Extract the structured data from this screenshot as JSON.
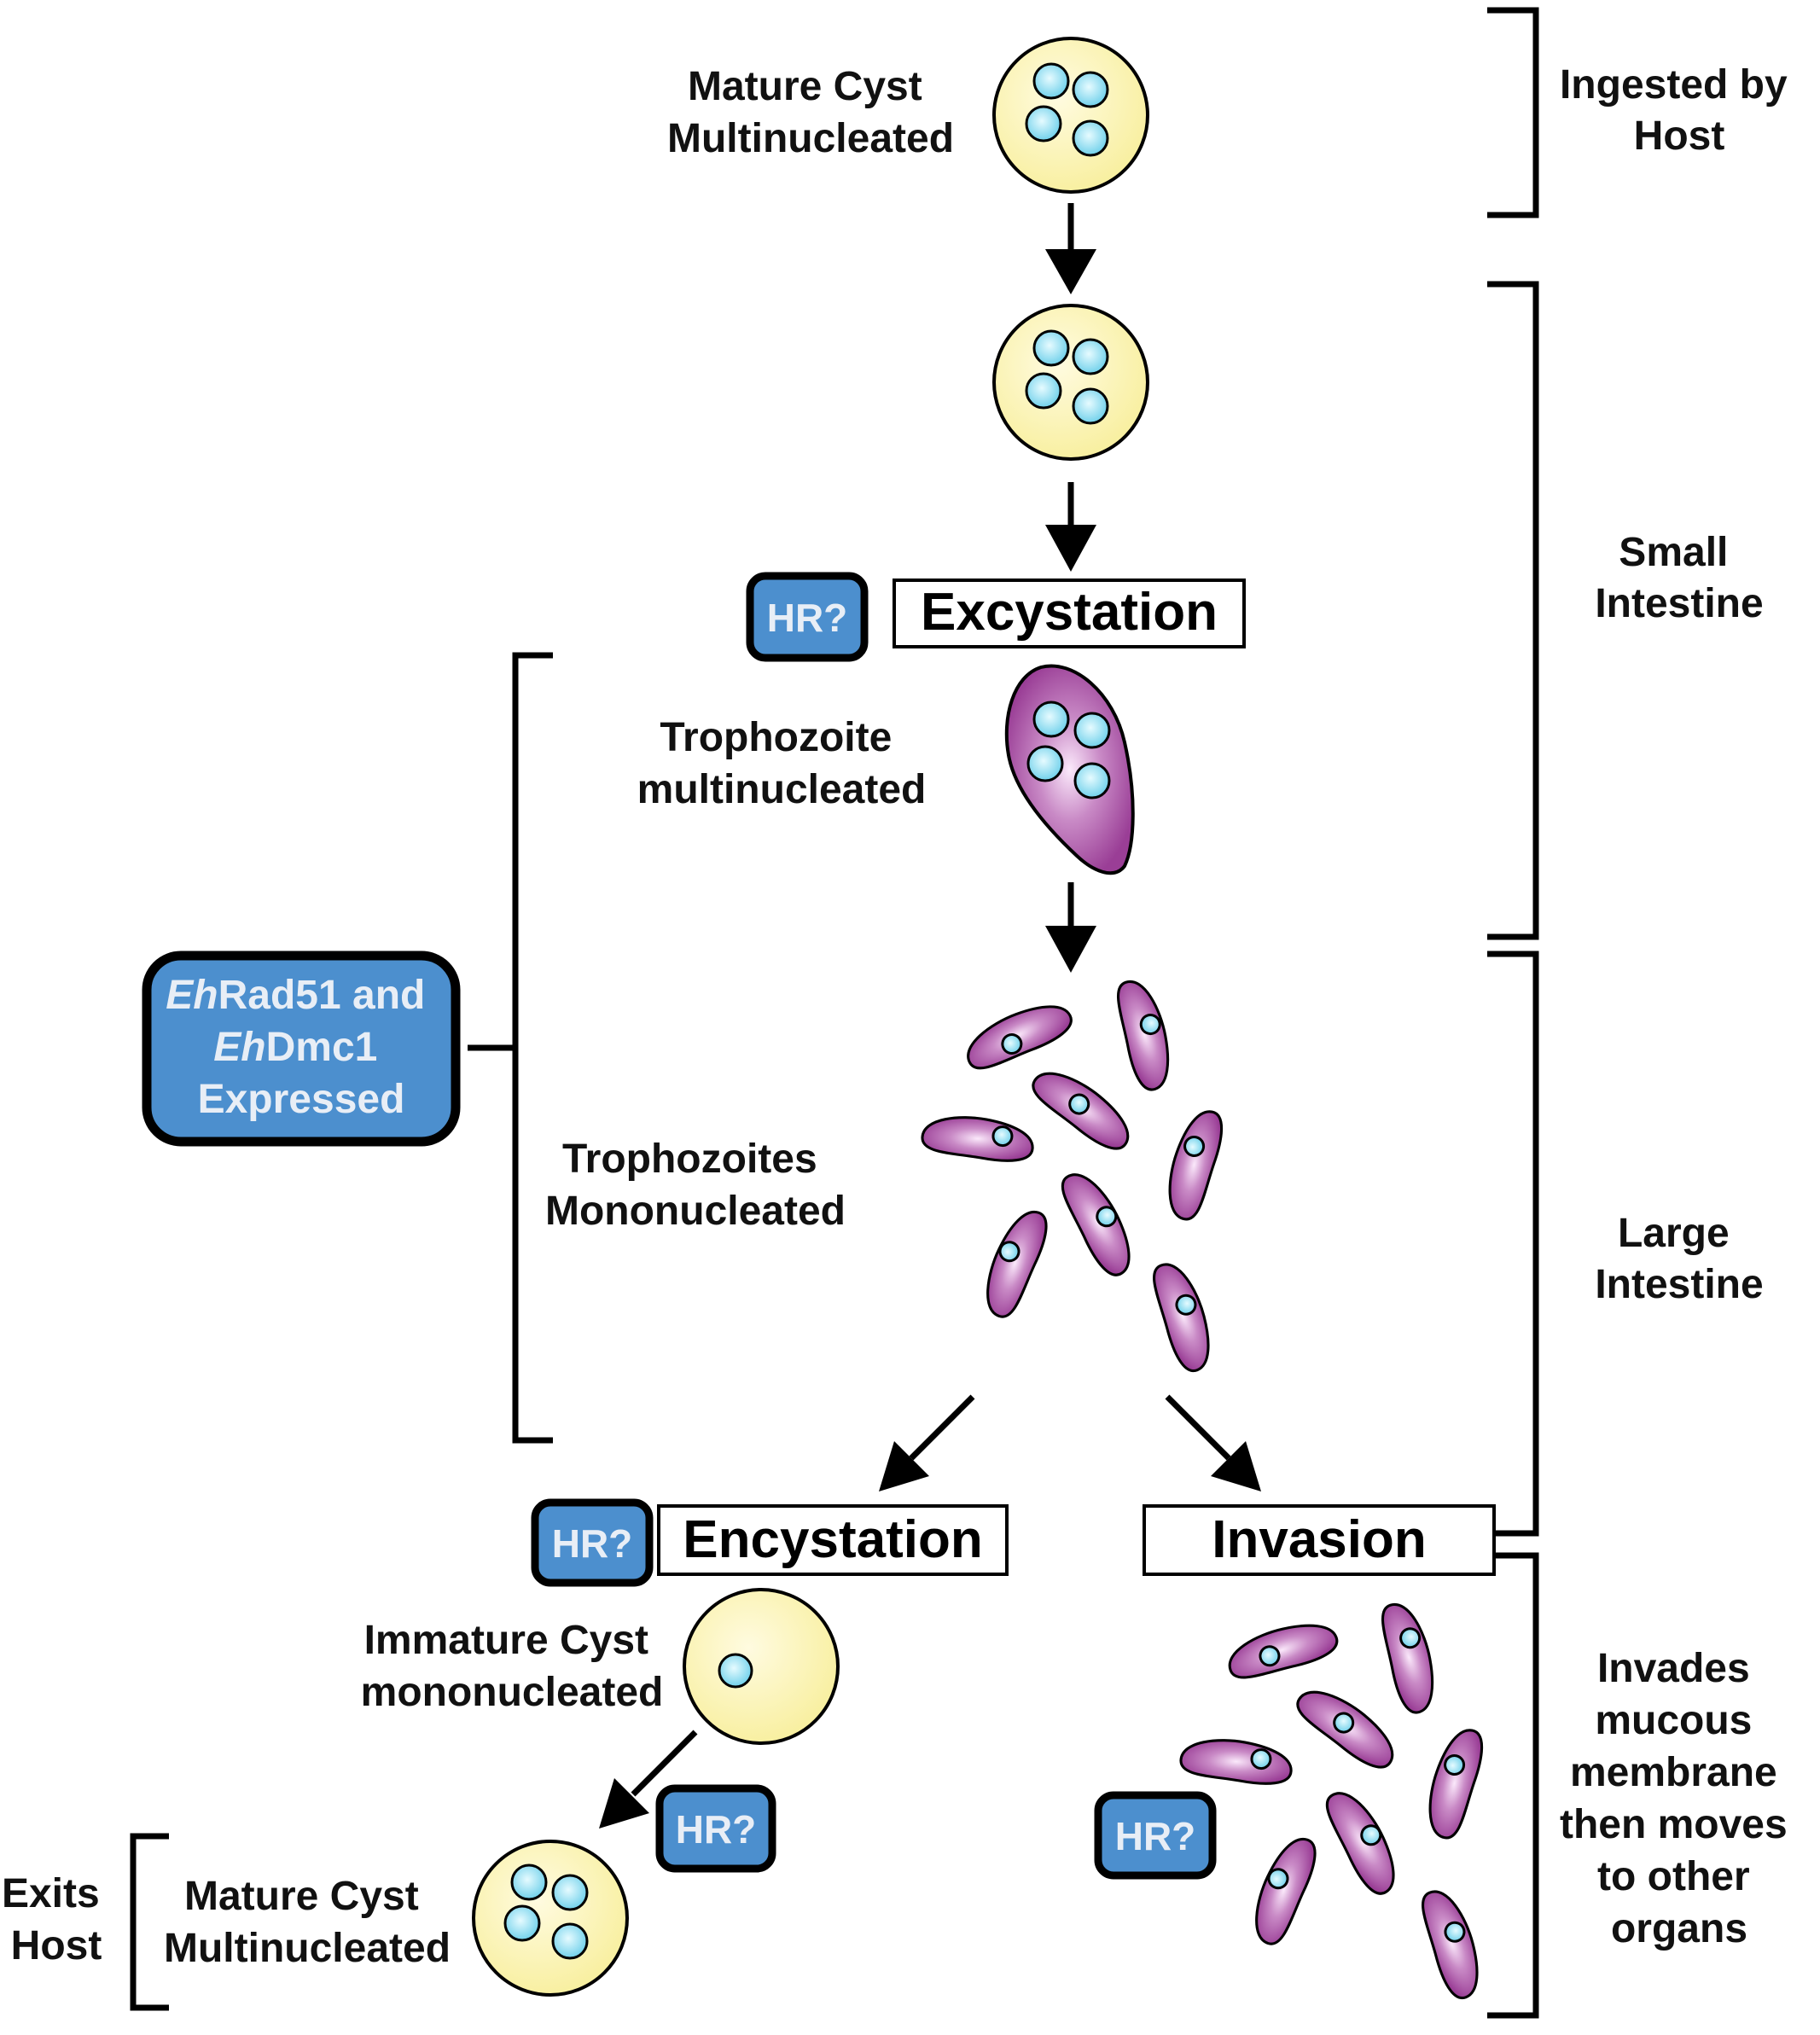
{
  "colors": {
    "cyst_fill": "#f8ef9e",
    "cyst_center": "#fffbe0",
    "nucleus_fill": "#6ccfea",
    "nucleus_center": "#e6fbff",
    "trophozoite_fill": "#9a3e96",
    "trophozoite_center": "#fbe9fb",
    "hr_box_fill": "#4c8fce",
    "hr_text": "#e8eef6",
    "outline": "#000000"
  },
  "stages": {
    "mature_cyst_top": {
      "line1": "Mature Cyst",
      "line2": "Multinucleated"
    },
    "trophozoite_multi": {
      "line1": "Trophozoite",
      "line2": "multinucleated"
    },
    "trophozoites_mono": {
      "line1": "Trophozoites",
      "line2": "Mononucleated"
    },
    "immature_cyst": {
      "line1": "Immature Cyst",
      "line2": "mononucleated"
    },
    "mature_cyst_bottom": {
      "line1": "Mature Cyst",
      "line2": "Multinucleated"
    }
  },
  "processes": {
    "excystation": "Excystation",
    "encystation": "Encystation",
    "invasion": "Invasion"
  },
  "hr_label": "HR?",
  "expressed_box": {
    "line1_italic": "Eh",
    "line1_rest": "Rad51 and",
    "line2_italic": "Eh",
    "line2_rest": "Dmc1",
    "line3": "Expressed"
  },
  "locations": {
    "ingested": {
      "line1": "Ingested by",
      "line2": "Host"
    },
    "small_intestine": {
      "line1": "Small",
      "line2": "Intestine"
    },
    "large_intestine": {
      "line1": "Large",
      "line2": "Intestine"
    },
    "invades": [
      "Invades",
      "mucous",
      "membrane",
      "then moves",
      "to other",
      "organs"
    ],
    "exits": {
      "line1": "Exits",
      "line2": "Host"
    }
  }
}
